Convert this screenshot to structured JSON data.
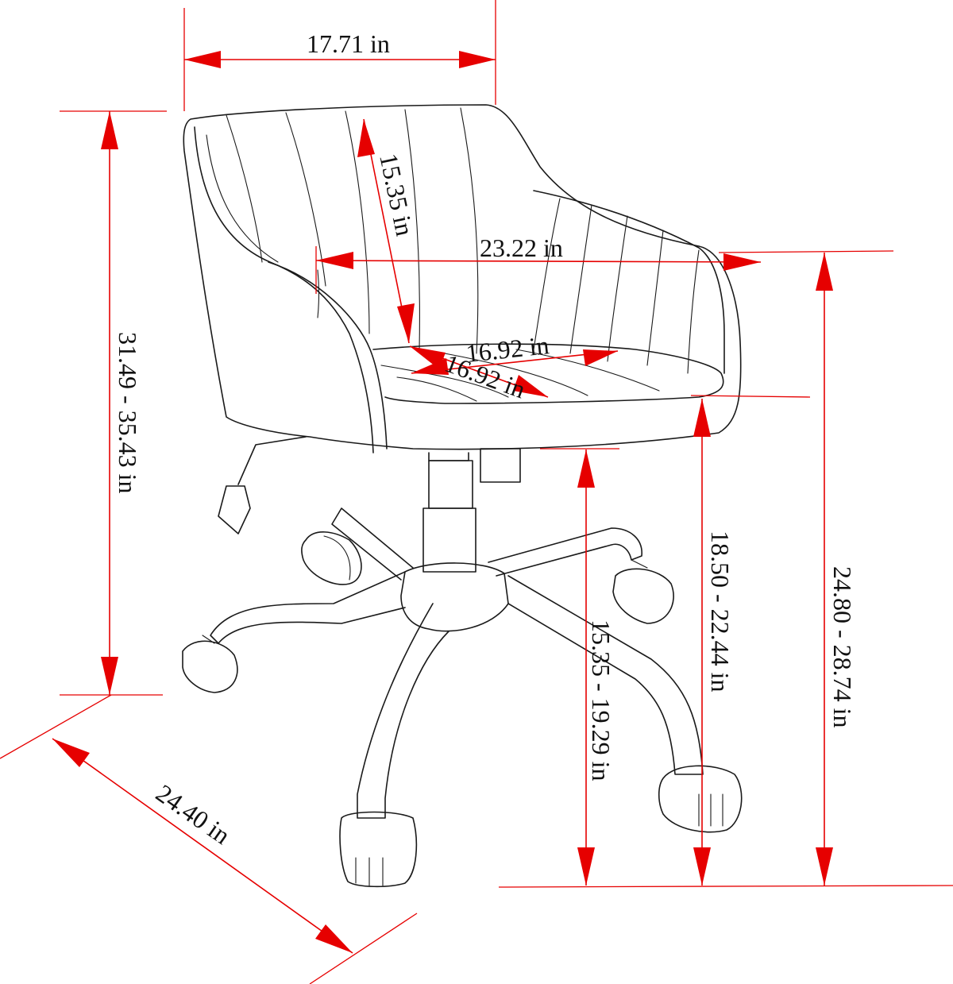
{
  "accent_color": "#e60000",
  "line_color": "#1a1a1a",
  "dimensions": {
    "overall_width": "17.71 in",
    "back_height": "15.35 in",
    "arm_width": "23.22 in",
    "seat_width": "16.92 in",
    "seat_depth": "16.92 in",
    "overall_height": "31.49 - 35.43 in",
    "base_depth": "24.40 in",
    "seat_height": "18.50 - 22.44 in",
    "arm_height": "24.80 - 28.74  in",
    "seat_bottom_height": "15.35 - 19.29 in"
  }
}
